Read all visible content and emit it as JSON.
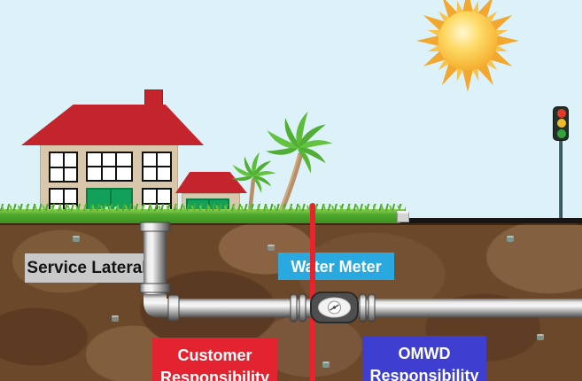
{
  "labels": {
    "service_lateral": "Service Lateral",
    "water_meter": "Water Meter",
    "customer": {
      "line1": "Customer",
      "line2": "Responsibility"
    },
    "omwd": {
      "line1": "OMWD",
      "line2": "Responsibility"
    }
  },
  "colors": {
    "sky": "#ddf1f8",
    "sun_core": "#fcd95e",
    "sun_ray": "#f2a72e",
    "roof_red": "#c4242b",
    "wall_tan": "#d8c7ab",
    "door_green": "#12a159",
    "grass_green": "#4fa82e",
    "soil_brown": "#6a4829",
    "road_black": "#161616",
    "boundary_red": "#e9232b",
    "service_lateral_bg": "#c9c9c9",
    "service_lateral_text": "#141414",
    "water_meter_bg": "#29a9e0",
    "customer_bg": "#e42330",
    "omwd_bg": "#3e3ed0",
    "label_text": "#ffffff",
    "pipe_silver": "#c9c9c9",
    "traffic_red": "#e03a2d",
    "traffic_amber": "#f0bb2a",
    "traffic_green": "#35a339"
  }
}
